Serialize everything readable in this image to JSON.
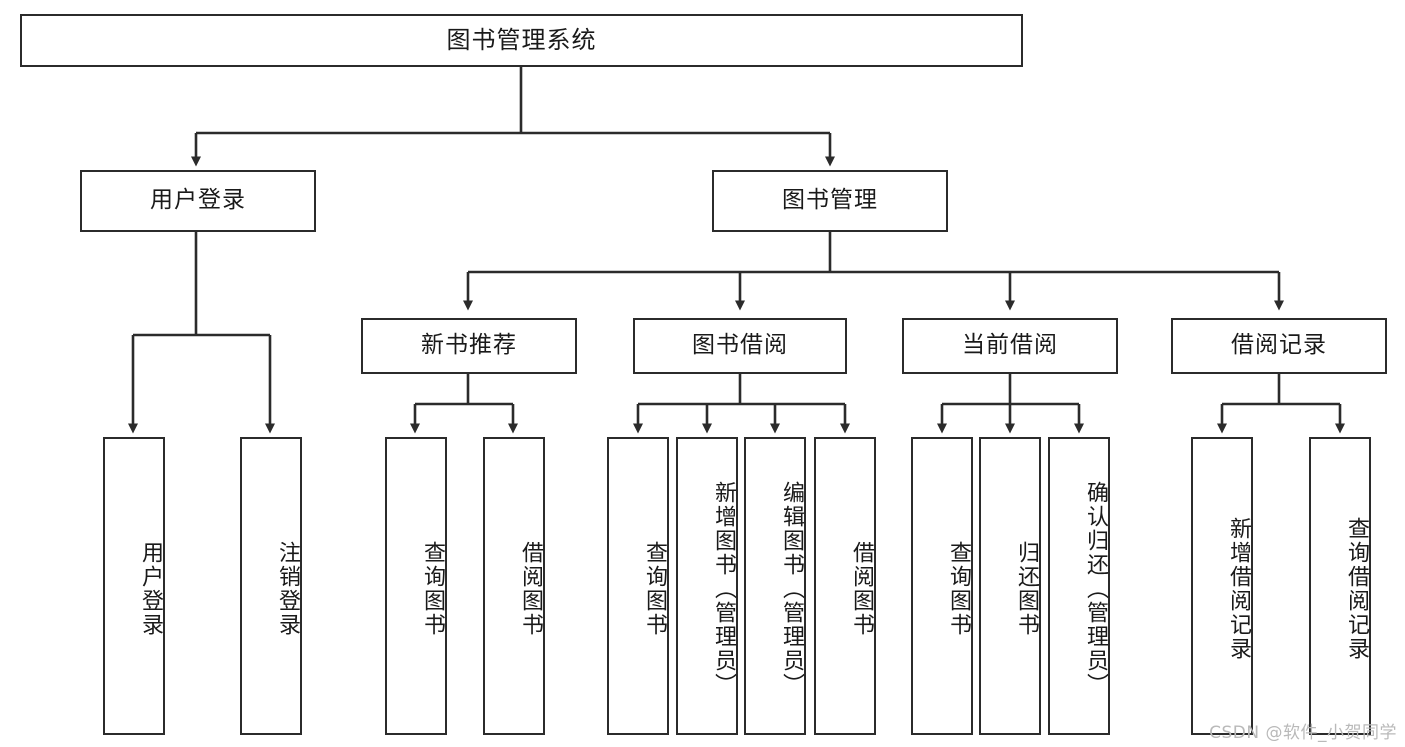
{
  "diagram": {
    "title": "图书管理系统",
    "type": "tree-hierarchy-diagram",
    "colors": {
      "box_border": "#2b2b2b",
      "box_fill": "#ffffff",
      "line": "#3a3a3a",
      "text": "#1a1a1a",
      "watermark": "#b9b9b9",
      "background": "#ffffff"
    },
    "root": {
      "label": "图书管理系统",
      "orientation": "horizontal"
    },
    "level2": [
      {
        "label": "用户登录",
        "orientation": "horizontal"
      },
      {
        "label": "图书管理",
        "orientation": "horizontal"
      }
    ],
    "level3": [
      {
        "label": "新书推荐",
        "orientation": "horizontal"
      },
      {
        "label": "图书借阅",
        "orientation": "horizontal"
      },
      {
        "label": "当前借阅",
        "orientation": "horizontal"
      },
      {
        "label": "借阅记录",
        "orientation": "horizontal"
      }
    ],
    "leaves": {
      "user_login": [
        {
          "label": "用户登录",
          "orientation": "vertical"
        },
        {
          "label": "注销登录",
          "orientation": "vertical"
        }
      ],
      "new_book_recommend": [
        {
          "label": "查询图书",
          "orientation": "vertical"
        },
        {
          "label": "借阅图书",
          "orientation": "vertical"
        }
      ],
      "book_borrow": [
        {
          "label": "查询图书",
          "orientation": "vertical"
        },
        {
          "label": "新增图书（管理员）",
          "orientation": "vertical"
        },
        {
          "label": "编辑图书（管理员）",
          "orientation": "vertical"
        },
        {
          "label": "借阅图书",
          "orientation": "vertical"
        }
      ],
      "current_borrow": [
        {
          "label": "查询图书",
          "orientation": "vertical"
        },
        {
          "label": "归还图书",
          "orientation": "vertical"
        },
        {
          "label": "确认归还（管理员）",
          "orientation": "vertical"
        }
      ],
      "borrow_record": [
        {
          "label": "新增借阅记录",
          "orientation": "vertical"
        },
        {
          "label": "查询借阅记录",
          "orientation": "vertical"
        }
      ]
    }
  },
  "watermark": {
    "text": "CSDN @软件_小贺同学"
  }
}
